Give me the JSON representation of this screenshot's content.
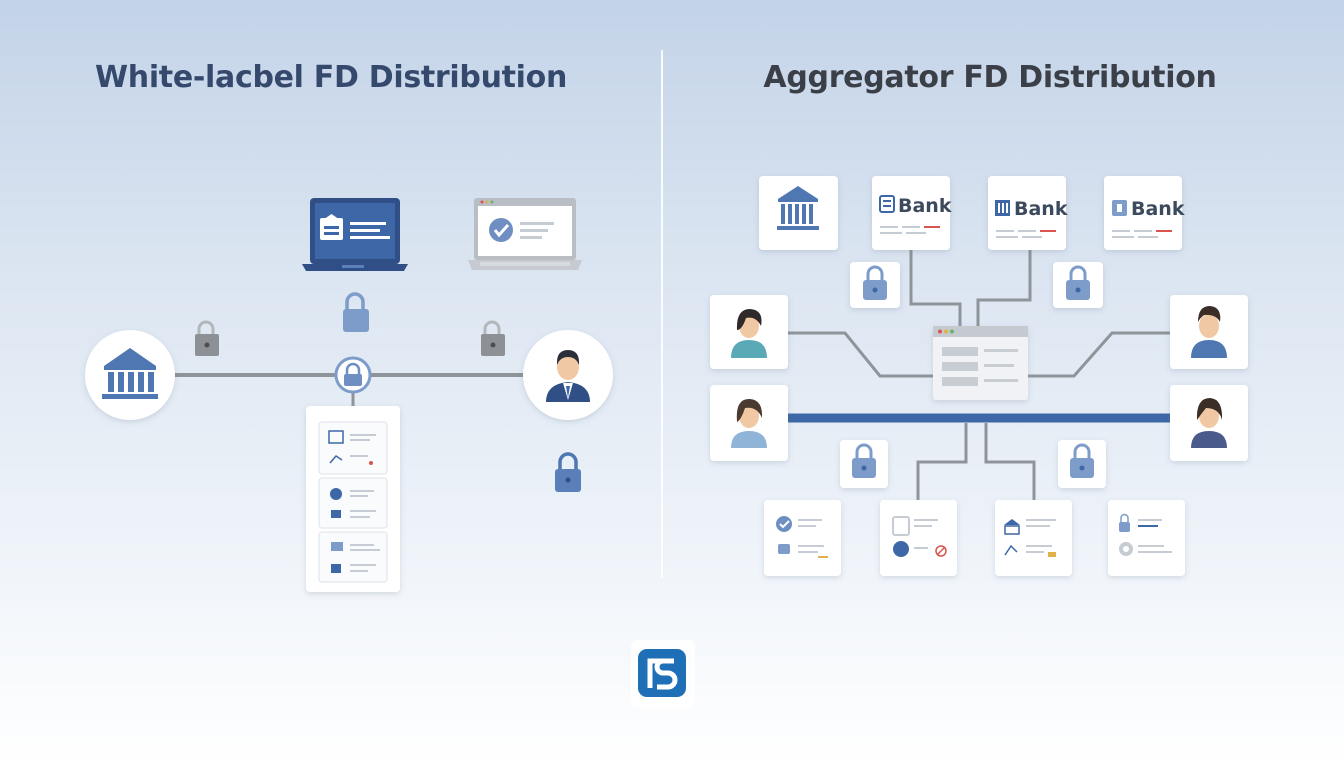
{
  "left_panel": {
    "title": "White-lacbel FD Distribution"
  },
  "right_panel": {
    "title": "Aggregator FD Distribution",
    "bank_cards": [
      {
        "label": "Bank"
      },
      {
        "label": "Bank"
      },
      {
        "label": "Bank"
      }
    ]
  },
  "colors": {
    "primary_blue": "#3d67a6",
    "lock_blue": "#7d9cc9",
    "gray_line": "#8e9499",
    "title_blue": "#34496b",
    "title_dark": "#3a3f48"
  },
  "icons": [
    "bank-icon",
    "laptop-icon",
    "browser-check-icon",
    "lock-icon",
    "advisor-avatar-icon",
    "document-list-icon",
    "dashboard-icon",
    "user-avatar-icon",
    "logo-icon"
  ]
}
